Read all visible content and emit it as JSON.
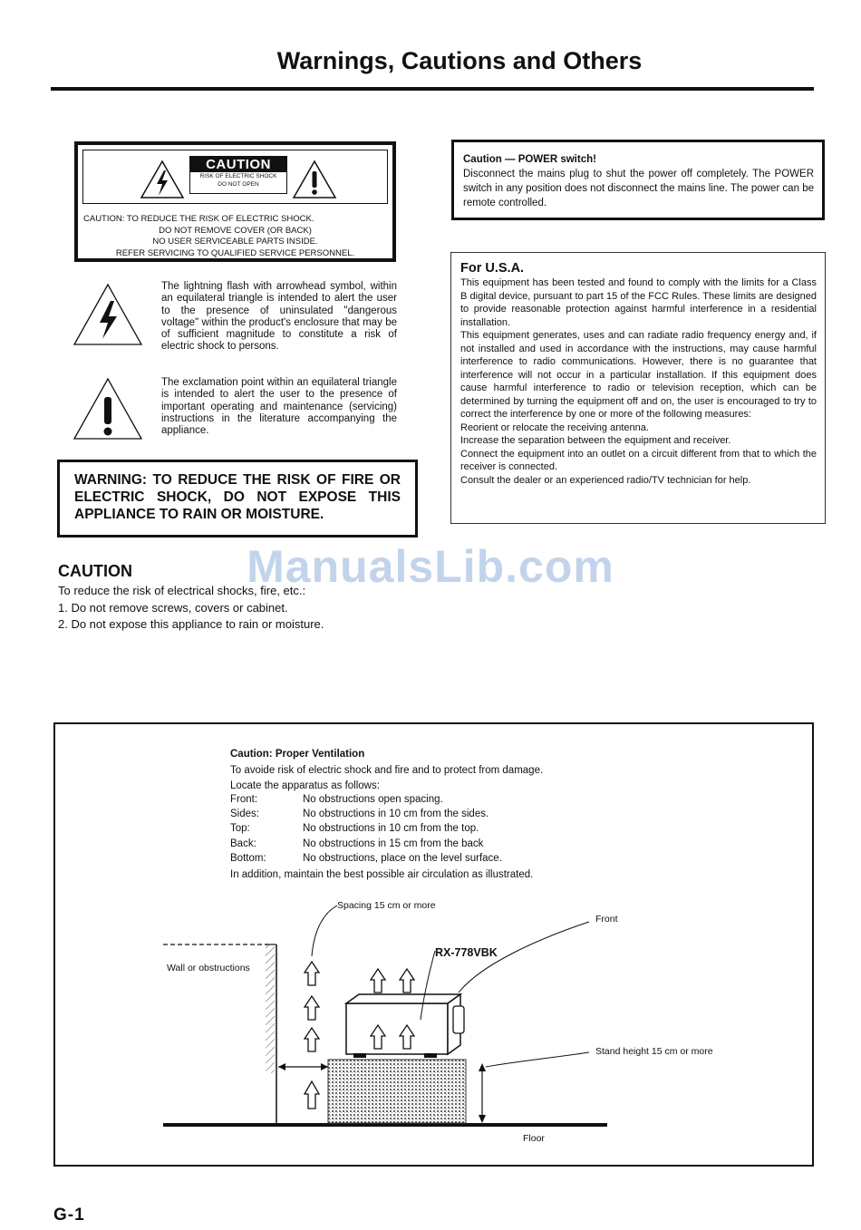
{
  "page": {
    "title": "Warnings, Cautions and Others",
    "footer": "G-1",
    "watermark": "ManualsLib.com"
  },
  "caution_label": {
    "badge": "CAUTION",
    "small_1": "RISK OF ELECTRIC SHOCK",
    "small_2": "DO NOT OPEN",
    "lines": [
      "CAUTION:     TO REDUCE THE RISK OF ELECTRIC SHOCK.",
      "DO NOT REMOVE COVER (OR BACK)",
      "NO USER SERVICEABLE PARTS INSIDE.",
      "REFER SERVICING TO QUALIFIED SERVICE PERSONNEL."
    ]
  },
  "symbols": {
    "lightning": "The lightning flash with arrowhead symbol, within an equilateral triangle is intended to alert the user to the presence of uninsulated \"dangerous voltage\" within the product's enclosure that may be of sufficient magnitude to constitute a risk of electric shock to persons.",
    "exclamation": "The exclamation point within an equilateral triangle is intended to alert the user to the presence of important operating and maintenance (servicing) instructions in the literature accompanying the appliance."
  },
  "warning": {
    "text": "WARNING: TO REDUCE THE RISK OF FIRE OR ELECTRIC SHOCK, DO NOT EXPOSE THIS APPLIANCE TO RAIN OR MOISTURE."
  },
  "caution_section": {
    "heading": "CAUTION",
    "intro": "To reduce the risk of electrical shocks, fire, etc.:",
    "items": [
      "1.  Do not remove screws, covers or cabinet.",
      "2.  Do not expose this appliance to rain or moisture."
    ]
  },
  "power_switch": {
    "heading": "Caution — POWER switch!",
    "text": "Disconnect the mains plug to shut the power off completely. The POWER switch in any position does not disconnect the mains line. The power can be remote controlled."
  },
  "usa": {
    "heading": "For U.S.A.",
    "p1": "This equipment has been tested and found to comply with the limits for a Class B digital device, pursuant to part 15 of the FCC Rules. These limits are designed to provide reasonable protection against harmful interference in a residential installation.",
    "p2": "This equipment generates, uses and can radiate radio frequency energy and, if not installed and used in accordance with the instructions, may cause harmful interference to radio communications. However, there is no guarantee that interference will not occur in a particular installation. If this equipment does cause harmful interference to radio or television reception, which can be determined by turning the equipment off and on, the user is encouraged to try to correct the interference by one or more of the following measures:",
    "measures": [
      "Reorient or relocate the receiving antenna.",
      "Increase the separation between the equipment and receiver.",
      "Connect the equipment into an outlet on a circuit different from that to which the receiver is connected.",
      "Consult the dealer or an experienced radio/TV technician for help."
    ]
  },
  "ventilation": {
    "heading": "Caution: Proper Ventilation",
    "line1": "To avoide risk of electric shock and fire and to protect from damage.",
    "line2": "Locate the apparatus as follows:",
    "rows": [
      {
        "k": "Front:",
        "v": "No obstructions open spacing."
      },
      {
        "k": "Sides:",
        "v": "No obstructions in 10 cm from the sides."
      },
      {
        "k": "Top:",
        "v": "No obstructions in 10 cm from the top."
      },
      {
        "k": "Back:",
        "v": "No obstructions in 15 cm from the back"
      },
      {
        "k": "Bottom:",
        "v": "No obstructions, place on the level surface."
      }
    ],
    "line3": "In addition, maintain the best possible air circulation as illustrated.",
    "diagram": {
      "spacing": "Spacing 15 cm or more",
      "front": "Front",
      "model": "RX-778VBK",
      "wall": "Wall or obstructions",
      "stand": "Stand height 15 cm or more",
      "floor": "Floor"
    }
  }
}
